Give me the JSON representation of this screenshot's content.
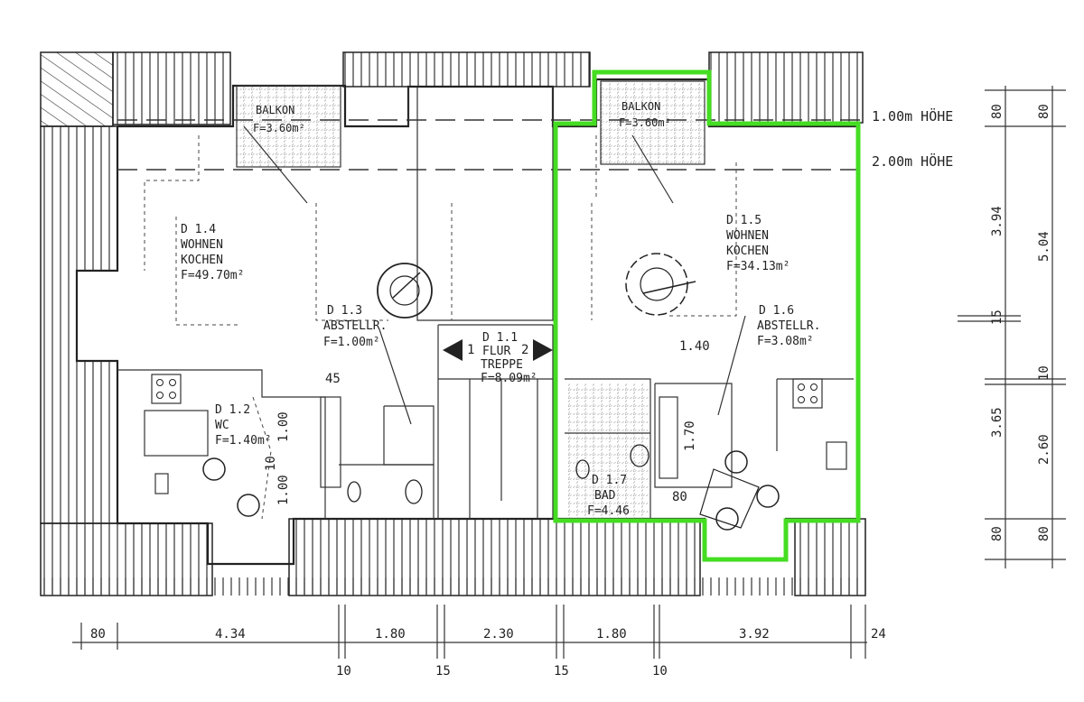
{
  "colors": {
    "line": "#222222",
    "highlight": "#44dd22",
    "background": "#ffffff"
  },
  "rooms": [
    {
      "id": "d14",
      "lines": [
        "D 1.4",
        "WOHNEN",
        "KOCHEN",
        "F=49.70m²"
      ]
    },
    {
      "id": "d13",
      "lines": [
        "D 1.3",
        "ABSTELLR.",
        "F=1.00m²"
      ]
    },
    {
      "id": "d11",
      "lines": [
        "D 1.1",
        "FLUR",
        "TREPPE",
        "F=8.09m²"
      ]
    },
    {
      "id": "d15",
      "lines": [
        "D 1.5",
        "WOHNEN",
        "KOCHEN",
        "F=34.13m²"
      ]
    },
    {
      "id": "d16",
      "lines": [
        "D 1.6",
        "ABSTELLR.",
        "F=3.08m²"
      ]
    },
    {
      "id": "d12",
      "lines": [
        "D 1.2",
        "WC",
        "F=1.40m²"
      ]
    },
    {
      "id": "d17",
      "lines": [
        "D 1.7",
        "BAD",
        "F=4.46"
      ]
    }
  ],
  "balconies": [
    {
      "id": "balcony-left",
      "label": "BALKON",
      "area": "F=3.60m²"
    },
    {
      "id": "balcony-right",
      "label": "BALKON",
      "area": "F=3.60m²"
    }
  ],
  "stair_numbers": [
    "1",
    "2"
  ],
  "heights": [
    "1.00m HÖHE",
    "2.00m HÖHE"
  ],
  "dims_bottom_main": [
    "80",
    "4.34",
    "1.80",
    "2.30",
    "1.80",
    "3.92",
    "24"
  ],
  "dims_bottom_small": [
    "10",
    "15",
    "15",
    "10"
  ],
  "dims_right_inner": [
    "80",
    "3.94",
    "15",
    "10",
    "3.65",
    "80"
  ],
  "dims_right_outer": [
    "80",
    "5.04",
    "2.60",
    "80"
  ],
  "dims_interior": [
    "45",
    "1.00",
    "10",
    "1.00",
    "1.40",
    "1.70",
    "80"
  ]
}
